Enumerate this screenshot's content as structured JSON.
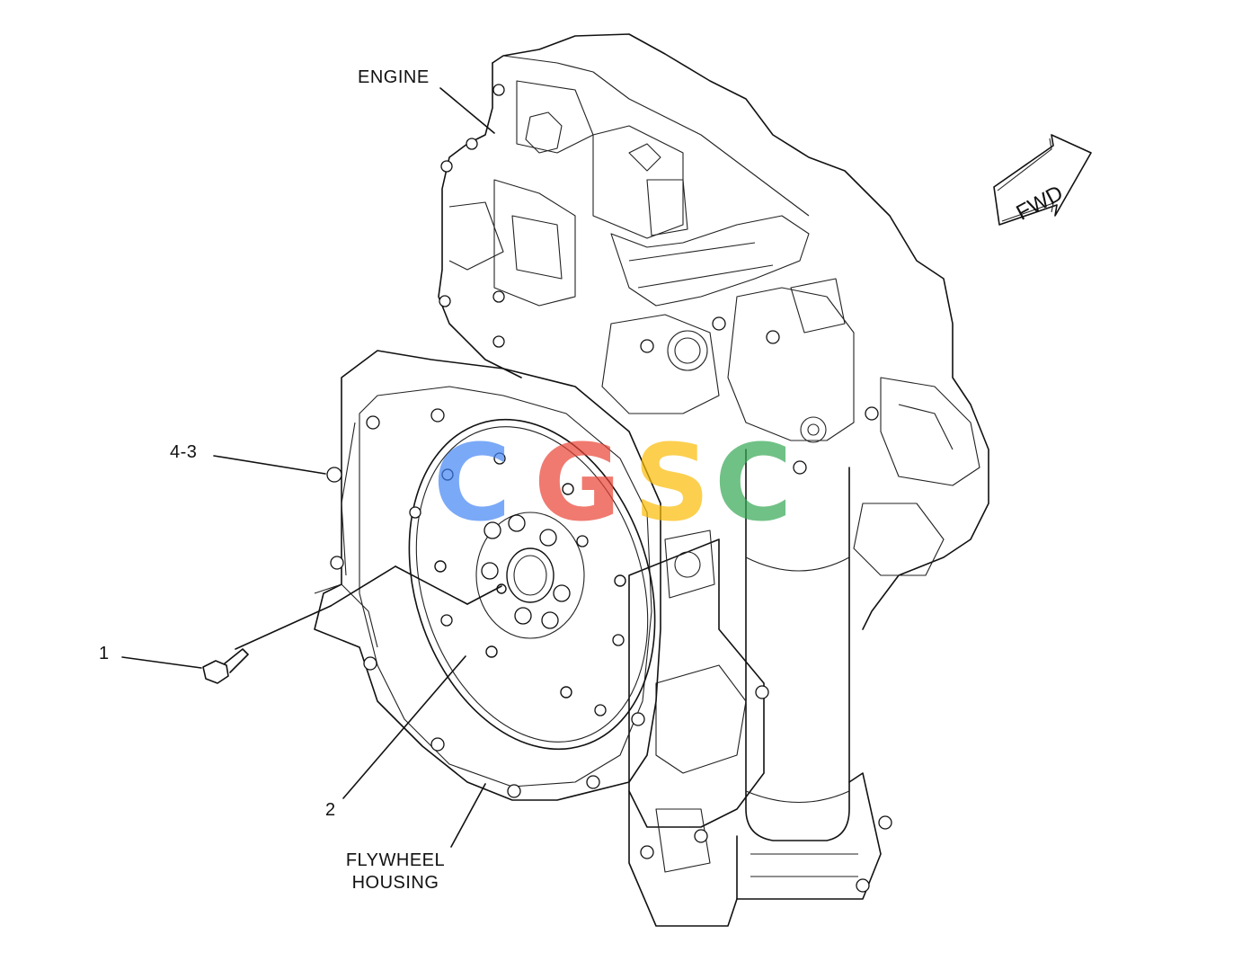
{
  "labels": {
    "engine": "ENGINE",
    "item_4_3": "4-3",
    "item_1": "1",
    "item_2": "2",
    "flywheel_housing_line1": "FLYWHEEL",
    "flywheel_housing_line2": "HOUSING",
    "fwd": "FWD"
  },
  "watermark": {
    "letters": [
      "C",
      "G",
      "S",
      "C"
    ],
    "colors": [
      "#4285F4",
      "#EA4335",
      "#FBBC05",
      "#34A853"
    ]
  }
}
